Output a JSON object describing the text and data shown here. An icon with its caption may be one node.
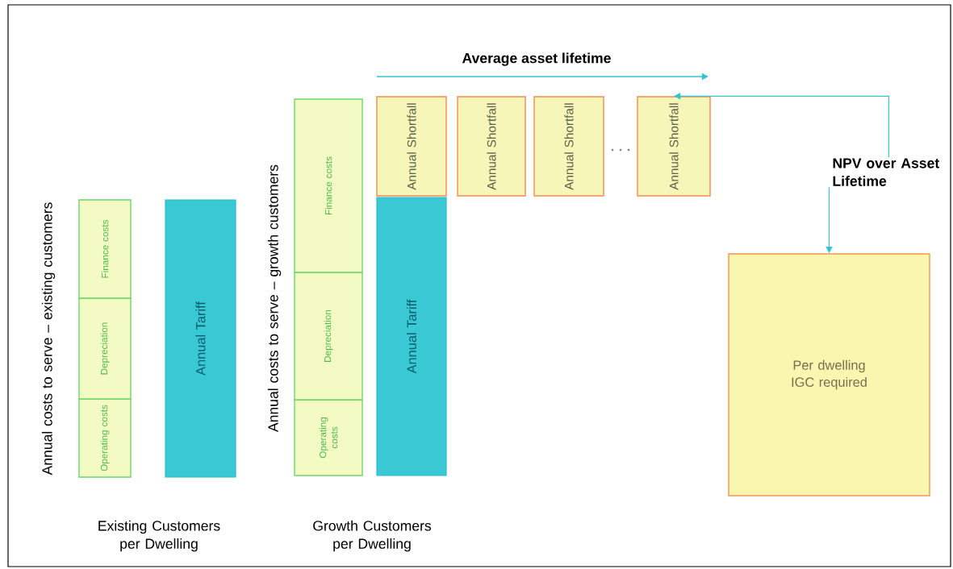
{
  "diagram": {
    "nodes": [
      {
        "text": [
          "Operating costs"
        ]
      },
      {
        "text": [
          "Depreciation"
        ]
      },
      {
        "text": [
          "Finance costs"
        ]
      },
      {
        "text": [
          "Annual Tariff"
        ]
      },
      {
        "text": [
          "Operating costs"
        ]
      },
      {
        "text": [
          "Depreciation"
        ]
      },
      {
        "text": [
          "Finance costs"
        ]
      },
      {
        "text": [
          "Annual Tariff"
        ]
      },
      {
        "text": [
          "Annual Shortfall"
        ]
      },
      {
        "text": [
          "Annual Shortfall"
        ]
      },
      {
        "text": [
          "Annual Shortfall"
        ]
      },
      {
        "text": [
          "Annual Shortfall"
        ]
      },
      {
        "text": [
          "NPV over Asset Lifetime"
        ]
      },
      {
        "text": [
          "Per dwelling IGC required"
        ]
      }
    ],
    "edges": [
      {
        "from": 12,
        "to": 11,
        "arrow": "to"
      },
      {
        "from": 12,
        "to": 13,
        "arrow": "to"
      }
    ],
    "labels": [
      "Average asset lifetime",
      "Annual costs to serve – existing customers",
      "Annual costs to serve – growth customers",
      "Existing Customers per Dwelling",
      "Growth Customers per Dwelling"
    ]
  }
}
